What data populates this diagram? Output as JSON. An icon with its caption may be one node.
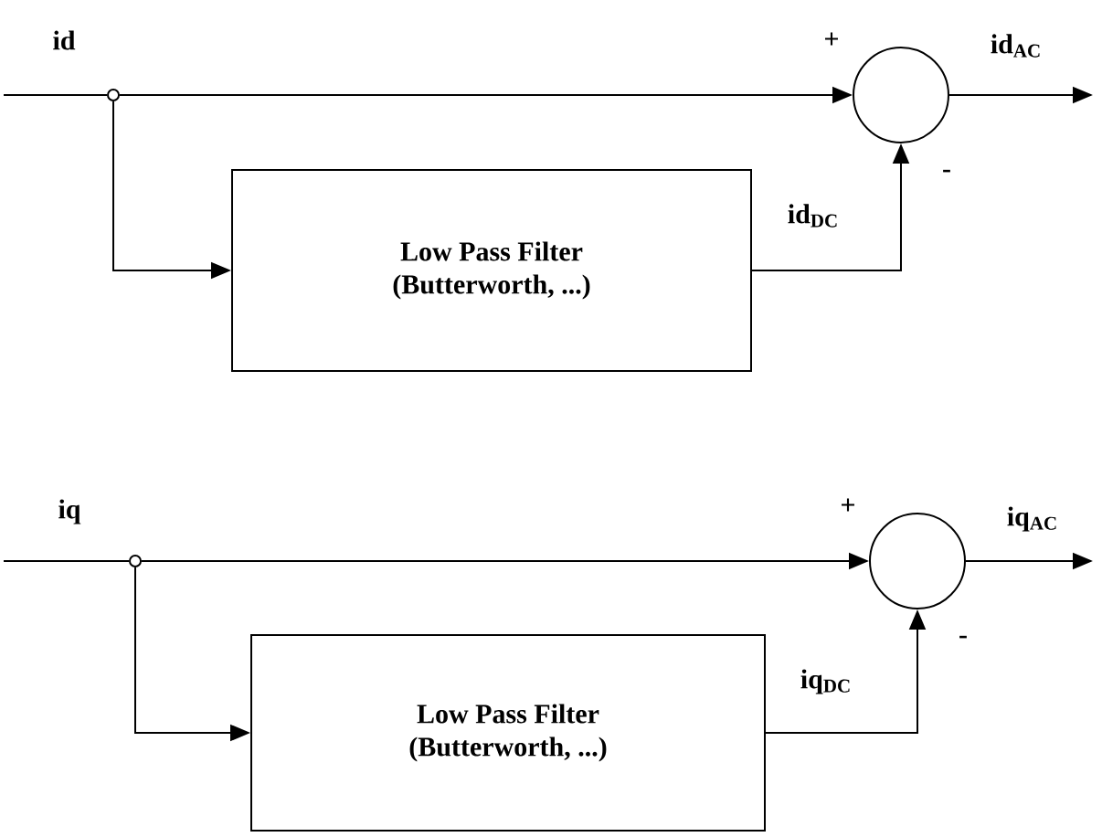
{
  "diagram": {
    "nodes": [
      {
        "text": [],
        "shape": "circle"
      },
      {
        "text": [
          "Low Pass Filter",
          "(Butterworth, ...)"
        ]
      },
      {
        "text": [],
        "shape": "circle",
        "beside": [
          "+",
          "-"
        ]
      },
      {
        "text": [],
        "shape": "circle"
      },
      {
        "text": [
          "Low Pass Filter",
          "(Butterworth, ...)"
        ]
      },
      {
        "text": [],
        "shape": "circle",
        "beside": [
          "+",
          "-"
        ]
      }
    ],
    "edges": [
      {
        "from": null,
        "to": 0,
        "arrow": "none",
        "label": "id"
      },
      {
        "from": 0,
        "to": 2,
        "arrow": "to"
      },
      {
        "from": 0,
        "to": 1,
        "arrow": "to"
      },
      {
        "from": 1,
        "to": 2,
        "arrow": "to",
        "label": "id$_{DC}$"
      },
      {
        "from": 2,
        "to": null,
        "arrow": "to",
        "label": "id$_{AC}$"
      },
      {
        "from": null,
        "to": 3,
        "arrow": "none",
        "label": "iq"
      },
      {
        "from": 3,
        "to": 5,
        "arrow": "to"
      },
      {
        "from": 3,
        "to": 4,
        "arrow": "to"
      },
      {
        "from": 4,
        "to": 5,
        "arrow": "to",
        "label": "iq$_{DC}$"
      },
      {
        "from": 5,
        "to": null,
        "arrow": "to",
        "label": "iq$_{AC}$"
      }
    ]
  }
}
